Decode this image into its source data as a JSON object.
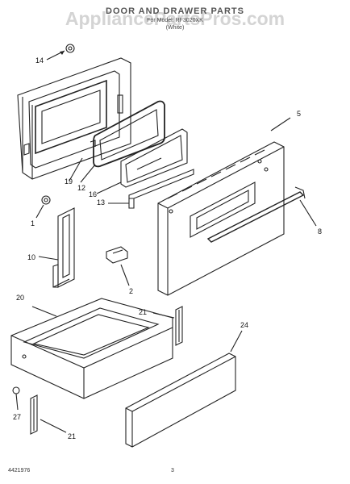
{
  "header": {
    "title": "DOOR AND DRAWER PARTS",
    "subtitle": "For Model: RF3020XK",
    "variant": "(White)",
    "watermark": "AppliancePartsPros.com"
  },
  "callouts": {
    "c14": "14",
    "c19": "19",
    "c12": "12",
    "c16": "16",
    "c13": "13",
    "c5": "5",
    "c8": "8",
    "c1": "1",
    "c10": "10",
    "c2": "2",
    "c20": "20",
    "c21a": "21",
    "c24": "24",
    "c27": "27",
    "c21b": "21"
  },
  "footer": {
    "doc_number": "4421976",
    "page": "3"
  }
}
